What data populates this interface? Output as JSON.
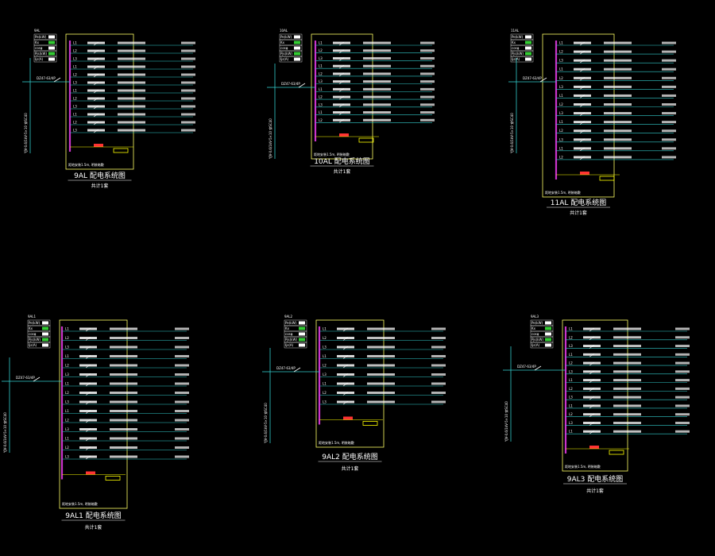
{
  "colors": {
    "background": "#000000",
    "frame": "#ffff66",
    "busbar": "#cc33cc",
    "feeder": "#33cccc",
    "text": "#ffffff",
    "accent_green": "#33cc33",
    "accent_red": "#ff3333",
    "accent_yellow": "#ffff00"
  },
  "panels": [
    {
      "id": "9AL",
      "title": "9AL 配电系统图",
      "subtitle": "共计1套",
      "tag": "9AL",
      "note": "距地安装1.5m, 明装暗敷",
      "main_breaker": "DZ47-63/4P",
      "incoming_vertical": "YJV-0.6/1kV-5×10 穿SC40",
      "info_table": [
        "Pe(kW)",
        "Kx",
        "cosφ",
        "Pjs(kW)",
        "Ijs(A)"
      ],
      "circuits": [
        "L1",
        "L2",
        "L3",
        "L1",
        "L2",
        "L3",
        "L1",
        "L2",
        "L3",
        "L1",
        "L2",
        "L3"
      ]
    },
    {
      "id": "10AL",
      "title": "10AL 配电系统图",
      "subtitle": "共计1套",
      "tag": "10AL",
      "note": "距地安装1.5m, 明装暗敷",
      "main_breaker": "DZ47-63/4P",
      "incoming_vertical": "YJV-0.6/1kV-5×10 穿SC40",
      "info_table": [
        "Pe(kW)",
        "Kx",
        "cosφ",
        "Pjs(kW)",
        "Ijs(A)"
      ],
      "circuits": [
        "L1",
        "L2",
        "L3",
        "L1",
        "L2",
        "L3",
        "L1",
        "L2",
        "L3",
        "L1",
        "L2"
      ]
    },
    {
      "id": "11AL",
      "title": "11AL 配电系统图",
      "subtitle": "共计1套",
      "tag": "11AL",
      "note": "距地安装1.5m, 明装暗敷",
      "main_breaker": "DZ47-63/4P",
      "incoming_vertical": "YJV-0.6/1kV-5×10 穿SC40",
      "info_table": [
        "Pe(kW)",
        "Kx",
        "cosφ",
        "Pjs(kW)",
        "Ijs(A)"
      ],
      "circuits": [
        "L1",
        "L2",
        "L3",
        "L1",
        "L2",
        "L3",
        "L1",
        "L2",
        "L3",
        "L1",
        "L2",
        "L3",
        "L1",
        "L2"
      ]
    },
    {
      "id": "9AL1",
      "title": "9AL1 配电系统图",
      "subtitle": "共计1套",
      "tag": "9AL1",
      "note": "距地安装1.5m, 明装暗敷",
      "main_breaker": "DZ47-63/4P",
      "incoming_vertical": "YJV-0.6/1kV-5×10 穿SC40",
      "info_table": [
        "Pe(kW)",
        "Kx",
        "cosφ",
        "Pjs(kW)",
        "Ijs(A)"
      ],
      "circuits": [
        "L1",
        "L2",
        "L3",
        "L1",
        "L2",
        "L3",
        "L1",
        "L2",
        "L3",
        "L1",
        "L2",
        "L3",
        "L1",
        "L2",
        "L3"
      ]
    },
    {
      "id": "9AL2",
      "title": "9AL2 配电系统图",
      "subtitle": "共计1套",
      "tag": "9AL2",
      "note": "距地安装1.5m, 明装暗敷",
      "main_breaker": "DZ47-63/4P",
      "incoming_vertical": "YJV-0.6/1kV-5×10 穿SC40",
      "info_table": [
        "Pe(kW)",
        "Kx",
        "cosφ",
        "Pjs(kW)",
        "Ijs(A)"
      ],
      "circuits": [
        "L1",
        "L2",
        "L3",
        "L1",
        "L2",
        "L3",
        "L1",
        "L2",
        "L3"
      ]
    },
    {
      "id": "9AL3",
      "title": "9AL3 配电系统图",
      "subtitle": "共计1套",
      "tag": "9AL3",
      "note": "距地安装1.5m, 明装暗敷",
      "main_breaker": "DZ47-63/4P",
      "incoming_vertical": "YJV-0.6/1kV-5×10 穿SC40",
      "info_table": [
        "Pe(kW)",
        "Kx",
        "cosφ",
        "Pjs(kW)",
        "Ijs(A)"
      ],
      "circuits": [
        "L1",
        "L2",
        "L3",
        "L1",
        "L2",
        "L3",
        "L1",
        "L2",
        "L3",
        "L1",
        "L2",
        "L3",
        "L1"
      ]
    }
  ]
}
